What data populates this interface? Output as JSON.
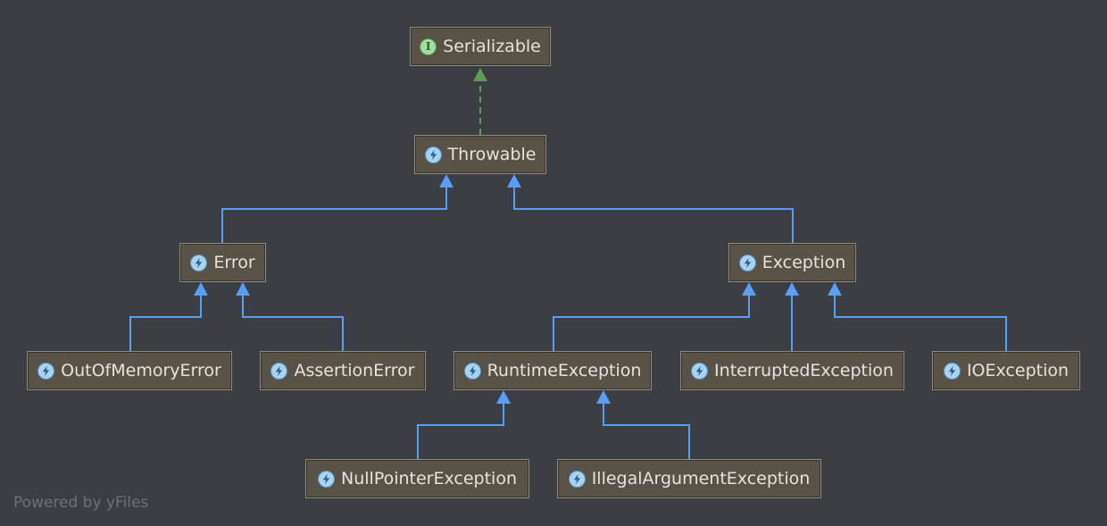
{
  "diagram": {
    "nodes": [
      {
        "id": "serializable",
        "label": "Serializable",
        "kind": "interface",
        "icon_text": "I"
      },
      {
        "id": "throwable",
        "label": "Throwable",
        "kind": "class"
      },
      {
        "id": "error",
        "label": "Error",
        "kind": "class"
      },
      {
        "id": "exception",
        "label": "Exception",
        "kind": "class"
      },
      {
        "id": "out-of-memory-error",
        "label": "OutOfMemoryError",
        "kind": "class"
      },
      {
        "id": "assertion-error",
        "label": "AssertionError",
        "kind": "class"
      },
      {
        "id": "runtime-exception",
        "label": "RuntimeException",
        "kind": "class"
      },
      {
        "id": "interrupted-exception",
        "label": "InterruptedException",
        "kind": "class"
      },
      {
        "id": "io-exception",
        "label": "IOException",
        "kind": "class"
      },
      {
        "id": "null-pointer-exception",
        "label": "NullPointerException",
        "kind": "class"
      },
      {
        "id": "illegal-argument-exception",
        "label": "IllegalArgumentException",
        "kind": "class"
      }
    ],
    "edges": [
      {
        "from": "throwable",
        "to": "serializable",
        "type": "implements"
      },
      {
        "from": "error",
        "to": "throwable",
        "type": "extends"
      },
      {
        "from": "exception",
        "to": "throwable",
        "type": "extends"
      },
      {
        "from": "out-of-memory-error",
        "to": "error",
        "type": "extends"
      },
      {
        "from": "assertion-error",
        "to": "error",
        "type": "extends"
      },
      {
        "from": "runtime-exception",
        "to": "exception",
        "type": "extends"
      },
      {
        "from": "interrupted-exception",
        "to": "exception",
        "type": "extends"
      },
      {
        "from": "io-exception",
        "to": "exception",
        "type": "extends"
      },
      {
        "from": "null-pointer-exception",
        "to": "runtime-exception",
        "type": "extends"
      },
      {
        "from": "illegal-argument-exception",
        "to": "runtime-exception",
        "type": "extends"
      }
    ],
    "colors": {
      "extends": "#589df6",
      "implements": "#5f9c54",
      "node_fill": "#595247",
      "node_text": "#e6e3dc",
      "background": "#3b3e42"
    }
  },
  "footer": {
    "text": "Powered by yFiles"
  }
}
